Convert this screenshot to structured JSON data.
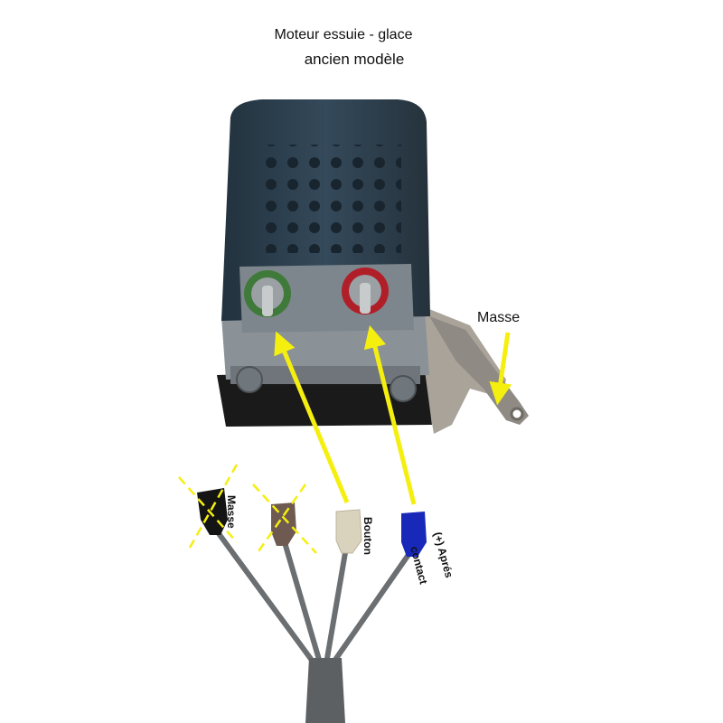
{
  "title": {
    "line1": "Moteur essuie - glace",
    "line2": "ancien modèle"
  },
  "labels": {
    "masse_right": "Masse",
    "masse_wire": "Masse",
    "bouton": "Bouton",
    "apres_contact_line1": "(+) Aprés",
    "apres_contact_line2": "contact"
  },
  "colors": {
    "arrow": "#f5ef10",
    "wire": "#6b6f72",
    "motor_body": "#2c3e4c",
    "terminal_left_ring": "#3f7a3a",
    "terminal_right_ring": "#b01e28",
    "connector_black": "#141414",
    "connector_brown": "#6e5a50",
    "connector_beige": "#d9d2bd",
    "connector_blue": "#1828b8"
  }
}
